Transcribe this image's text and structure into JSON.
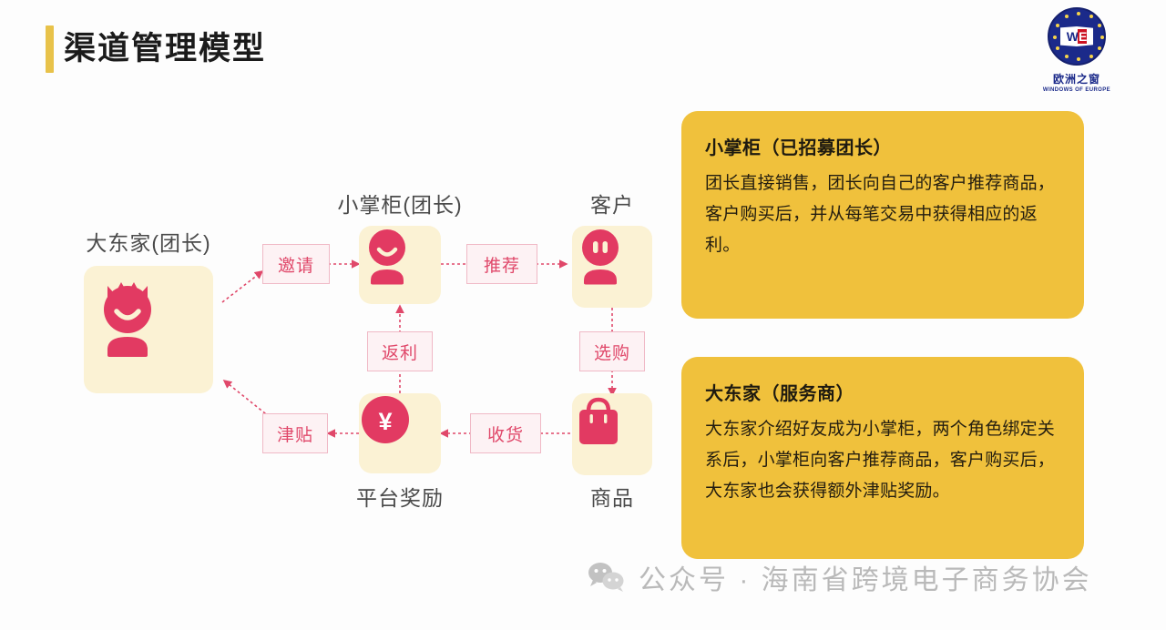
{
  "header": {
    "title": "渠道管理模型",
    "accent_color": "#e8c24a"
  },
  "logo": {
    "mark_letters": "WE",
    "mark_letter_w": "W",
    "mark_letter_e": "E",
    "name_cn": "欧洲之窗",
    "name_en": "WINDOWS OF EUROPE",
    "brand_color": "#1b2a8a"
  },
  "diagram": {
    "nodes": [
      {
        "id": "dadongjia",
        "caption": "大东家(团长)",
        "icon": "crowned-avatar-icon"
      },
      {
        "id": "xiaozhanggui",
        "caption": "小掌柜(团长)",
        "icon": "smiling-avatar-icon"
      },
      {
        "id": "kehu",
        "caption": "客户",
        "icon": "customer-avatar-icon"
      },
      {
        "id": "pingtaijiangli",
        "caption": "平台奖励",
        "icon": "yen-coin-icon",
        "glyph": "¥"
      },
      {
        "id": "shangpin",
        "caption": "商品",
        "icon": "shopping-bag-icon"
      }
    ],
    "flows": [
      {
        "id": "yaoqing",
        "label": "邀请"
      },
      {
        "id": "tuijian",
        "label": "推荐"
      },
      {
        "id": "fanli",
        "label": "返利"
      },
      {
        "id": "xuangou",
        "label": "选购"
      },
      {
        "id": "shouhuo",
        "label": "收货"
      },
      {
        "id": "jintie",
        "label": "津贴"
      }
    ],
    "node_bg_color": "#fbf2d4",
    "icon_color": "#e23a62",
    "label_border_color": "#f0b9c6",
    "label_text_color": "#e0486a"
  },
  "cards": [
    {
      "title": "小掌柜（已招募团长）",
      "body": "团长直接销售，团长向自己的客户推荐商品，客户购买后，并从每笔交易中获得相应的返利。"
    },
    {
      "title": "大东家（服务商）",
      "body": "大东家介绍好友成为小掌柜，两个角色绑定关系后，小掌柜向客户推荐商品，客户购买后，大东家也会获得额外津贴奖励。"
    }
  ],
  "card_color": "#f0c13c",
  "watermark": {
    "icon": "wechat-icon",
    "text": "公众号 · 海南省跨境电子商务协会"
  }
}
